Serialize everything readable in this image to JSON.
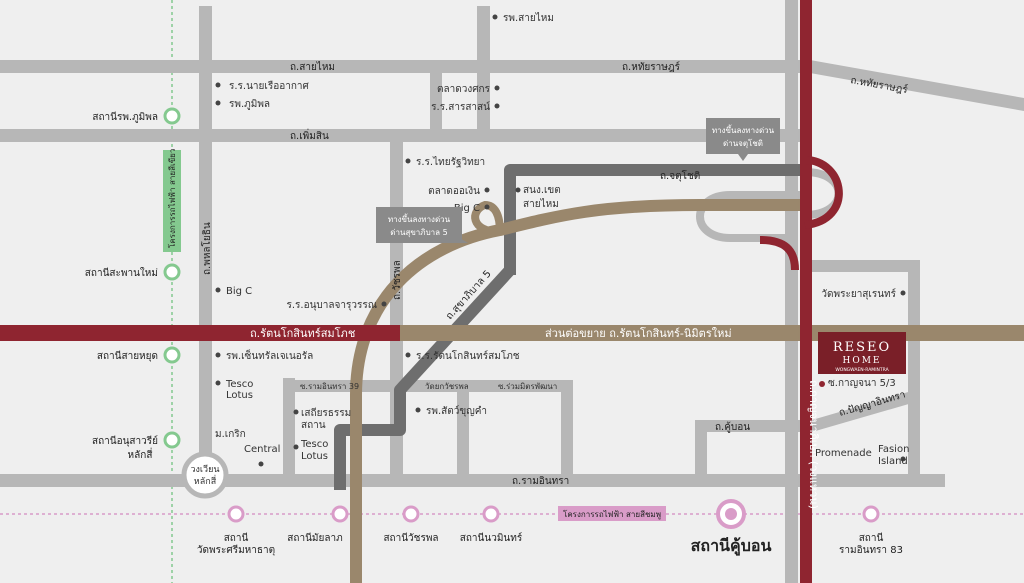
{
  "colors": {
    "background": "#efefef",
    "road": "#b7b7b7",
    "expressway": "#6e6e6e",
    "bronze": "#9a876c",
    "maroon": "#8f2530",
    "green_line": "#84c98f",
    "pink_line": "#d99cc8",
    "poi_dot": "#444444"
  },
  "roads": {
    "sai_mai": "ถ.สายไหม",
    "hathai_rat_top": "ถ.หทัยราษฎร์",
    "hathai_rat_diag": "ถ.หทัยราษฎร์",
    "phermsin": "ถ.เพิ่มสิน",
    "chatuchot": "ถ.จตุโชติ",
    "phahonyothin": "ถ.พหลโยธิน",
    "watcharaphon": "ถ.วัชรพล",
    "sukhaphiban5": "ถ.สุขาภิบาล 5",
    "rattanakosin_sombhot": "ถ.รัตนโกสินทร์สมโภช",
    "rattanakosin_ext": "ส่วนต่อขยาย ถ.รัตนโกสินทร์-นิมิตรใหม่",
    "ram_inthra": "ถ.รามอินทรา",
    "soi_ram_inthra39": "ซ.รามอินทรา 39",
    "soi_yaek_watcharaphon": "วัดยกวัชรพล",
    "soi_ruam_mit": "ซ.ร่วมมิตรพัฒนา",
    "khu_bon": "ถ.คู้บอน",
    "panya_inthra": "ถ.ปัญญาอินทรา",
    "soi_kanchana": "ซ.กาญจนา 5/3",
    "kanchanaphisek": "ถ.กาญจนาภิเษก (วงแหวน)"
  },
  "pois": {
    "hosp_sai_mai": "รพ.สายไหม",
    "school_naval": "ร.ร.นายเรืออากาศ",
    "hosp_bhumibol": "รพ.ภูมิพล",
    "market_duang": "ตลาดวงศกร",
    "school_saras": "ร.ร.สารสาสน์",
    "school_thai_rat": "ร.ร.ไทยรัฐวิทยา",
    "market_or_ngern": "ตลาดออเงิน",
    "bigc_1": "Big C",
    "bigc_2": "Big C",
    "district_office": "สนง.เขต",
    "district_name": "สายไหม",
    "kindergarten": "ร.ร.อนุบาลจารุวรรณ",
    "hosp_central": "รพ.เซ็นทรัลเจเนอรัล",
    "school_rattana": "ร.ร.รัตนโกสินทร์สมโภช",
    "tesco_1a": "Tesco",
    "tesco_1b": "Lotus",
    "m_kerk": "ม.เกริก",
    "central": "Central",
    "sathian_a": "เสถียรธรรม",
    "sathian_b": "สถาน",
    "tesco_2a": "Tesco",
    "tesco_2b": "Lotus",
    "hosp_vet": "รพ.สัตว์ขุญคำ",
    "wat_phraya": "วัดพระยาสุเรนทร์",
    "promenade": "Promenade",
    "fashion_a": "Fasion",
    "fashion_b": "Island"
  },
  "callouts": {
    "sukhaphiban_a": "ทางขึ้นลงทางด่วน",
    "sukhaphiban_b": "ด่านสุขาภิบาล 5",
    "chatuchot_a": "ทางขึ้นลงทางด่วน",
    "chatuchot_b": "ด่านจตุโชติ"
  },
  "green_line": {
    "label": "โครงการรถไฟฟ้า สายสีเขียว",
    "stations": [
      "สถานีรพ.ภูมิพล",
      "สถานีสะพานใหม่",
      "สถานีสายหยุด",
      "สถานีอนุสาวรีย์",
      "หลักสี่"
    ]
  },
  "pink_line": {
    "label": "โครงการรถไฟฟ้า สายสีชมพู",
    "stations": [
      "สถานี",
      "วัดพระศรีมหาธาตุ",
      "สถานีมัยลาภ",
      "สถานีวัชรพล",
      "สถานีนวมินทร์",
      "สถานีคู้บอน",
      "สถานี",
      "รามอินทรา 83"
    ]
  },
  "circle": {
    "a": "วงเวียน",
    "b": "หลักสี่"
  },
  "brand": {
    "line1": "RESEO",
    "line2": "HOME",
    "line3": "WONGWAEN-RAMINTRA"
  }
}
